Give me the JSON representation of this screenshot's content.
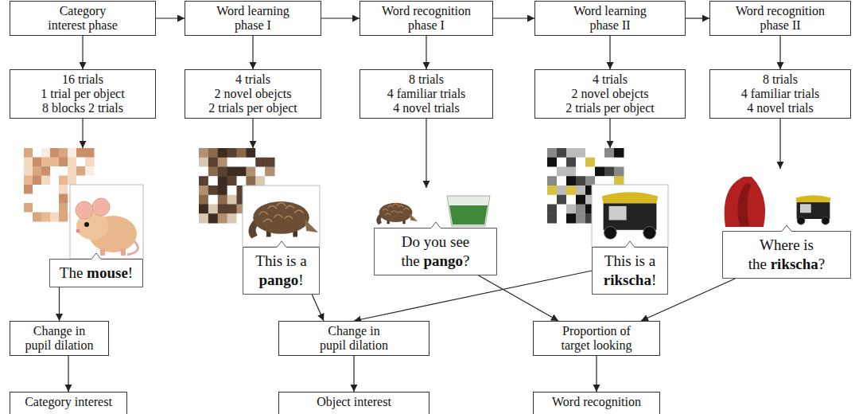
{
  "diagram": {
    "nodes": [
      {
        "text": [
          "Category interest phase"
        ]
      },
      {
        "text": [
          "Word learning phase I"
        ]
      },
      {
        "text": [
          "Word recognition phase I"
        ]
      },
      {
        "text": [
          "Word learning phase II"
        ]
      },
      {
        "text": [
          "Word recognition phase II"
        ]
      },
      {
        "text": [
          "16 trials",
          "1 trial per object",
          "8 blocks 2 trials"
        ]
      },
      {
        "text": [
          "4 trials",
          "2 novel obejcts",
          "2 trials per object"
        ]
      },
      {
        "text": [
          "8 trials",
          "4 familiar trials",
          "4 novel trials"
        ]
      },
      {
        "text": [
          "4 trials",
          "2 novel obejcts",
          "2 trials per object"
        ]
      },
      {
        "text": [
          "8 trials",
          "4 familiar trials",
          "4 novel trials"
        ]
      },
      {
        "text": [
          "The mouse!"
        ]
      },
      {
        "text": [
          "This is a pango!"
        ]
      },
      {
        "text": [
          "Do you see the pango?"
        ]
      },
      {
        "text": [
          "This is a rikscha!"
        ]
      },
      {
        "text": [
          "Where is the rikscha?"
        ]
      },
      {
        "text": [
          "Change in pupil dilation"
        ]
      },
      {
        "text": [
          "Change in pupil dilation"
        ]
      },
      {
        "text": [
          "Proportion of target looking"
        ]
      },
      {
        "text": [
          "Category interest"
        ]
      },
      {
        "text": [
          "Object interest"
        ]
      },
      {
        "text": [
          "Word recognition"
        ]
      }
    ],
    "edges": [
      {
        "from": 0,
        "to": 1,
        "arrow": "to"
      },
      {
        "from": 1,
        "to": 2,
        "arrow": "to"
      },
      {
        "from": 2,
        "to": 3,
        "arrow": "to"
      },
      {
        "from": 3,
        "to": 4,
        "arrow": "to"
      },
      {
        "from": 0,
        "to": 5,
        "arrow": "to"
      },
      {
        "from": 1,
        "to": 6,
        "arrow": "to"
      },
      {
        "from": 2,
        "to": 7,
        "arrow": "to"
      },
      {
        "from": 3,
        "to": 8,
        "arrow": "to"
      },
      {
        "from": 4,
        "to": 9,
        "arrow": "to"
      },
      {
        "from": 5,
        "to": 10,
        "arrow": "to"
      },
      {
        "from": 6,
        "to": 11,
        "arrow": "to"
      },
      {
        "from": 7,
        "to": 12,
        "arrow": "to"
      },
      {
        "from": 8,
        "to": 13,
        "arrow": "to"
      },
      {
        "from": 9,
        "to": 14,
        "arrow": "to"
      },
      {
        "from": 10,
        "to": 15,
        "arrow": "to"
      },
      {
        "from": 11,
        "to": 16,
        "arrow": "to"
      },
      {
        "from": 13,
        "to": 16,
        "arrow": "to"
      },
      {
        "from": 12,
        "to": 17,
        "arrow": "to"
      },
      {
        "from": 14,
        "to": 17,
        "arrow": "to"
      },
      {
        "from": 15,
        "to": 18,
        "arrow": "to"
      },
      {
        "from": 16,
        "to": 19,
        "arrow": "to"
      },
      {
        "from": 17,
        "to": 20,
        "arrow": "to"
      }
    ]
  }
}
